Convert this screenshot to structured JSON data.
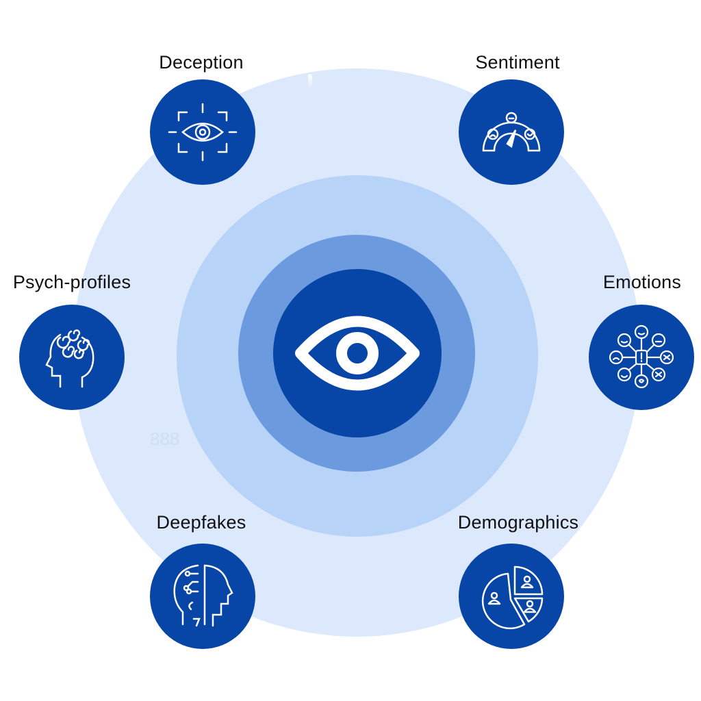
{
  "labels": {
    "deception": "Deception",
    "sentiment": "Sentiment",
    "psych_profiles": "Psych-profiles",
    "emotions": "Emotions",
    "deepfakes": "Deepfakes",
    "demographics": "Demographics"
  },
  "faint_text": "888",
  "colors": {
    "node": "#0745a7",
    "outer_ring": "#dce8fc",
    "mid_ring": "#b8d3f8",
    "inner_ring": "#6c9ade",
    "icon_stroke": "#ffffff",
    "label_text": "#111111"
  },
  "icons": {
    "center": "eye-icon",
    "deception": "scan-eye-icon",
    "sentiment": "sentiment-gauge-icon",
    "psych_profiles": "spiral-head-icon",
    "emotions": "emoji-network-icon",
    "deepfakes": "ai-head-icon",
    "demographics": "pie-people-icon"
  }
}
